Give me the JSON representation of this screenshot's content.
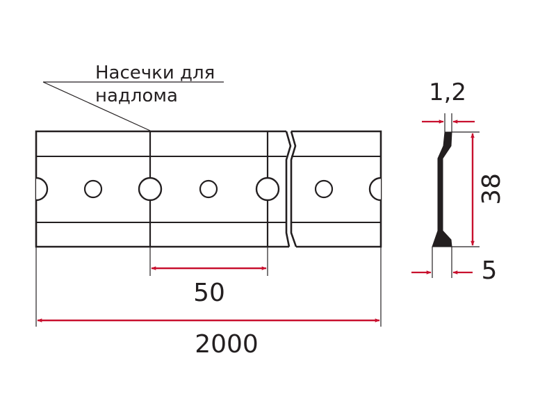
{
  "callout": {
    "line1": "Насечки для",
    "line2": "надлома"
  },
  "dimensions": {
    "pitch": "50",
    "length": "2000",
    "thickness": "1,2",
    "height": "38",
    "flange": "5"
  },
  "colors": {
    "line": "#231f20",
    "dimension": "#c8102e"
  }
}
